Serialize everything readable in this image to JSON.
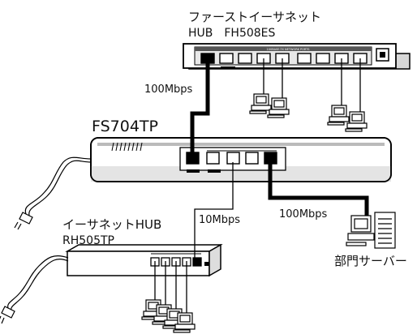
{
  "labels": {
    "fast_hub_name": "ファーストイーサネット",
    "fast_hub_model": "HUB　FH508ES",
    "fast_hub_panel_text": "100BASE-TX NETWORK PORTS",
    "link_fast_hub": "100Mbps",
    "main_switch_model": "FS704TP",
    "link_eth_hub": "10Mbps",
    "link_server": "100Mbps",
    "eth_hub_name": "イーサネットHUB",
    "eth_hub_model": "RH505TP",
    "server_name": "部門サーバー"
  },
  "colors": {
    "line": "#000000",
    "device_fill": "#ffffff"
  },
  "icons": [
    "workstation-icon",
    "server-icon",
    "power-cord-icon"
  ]
}
